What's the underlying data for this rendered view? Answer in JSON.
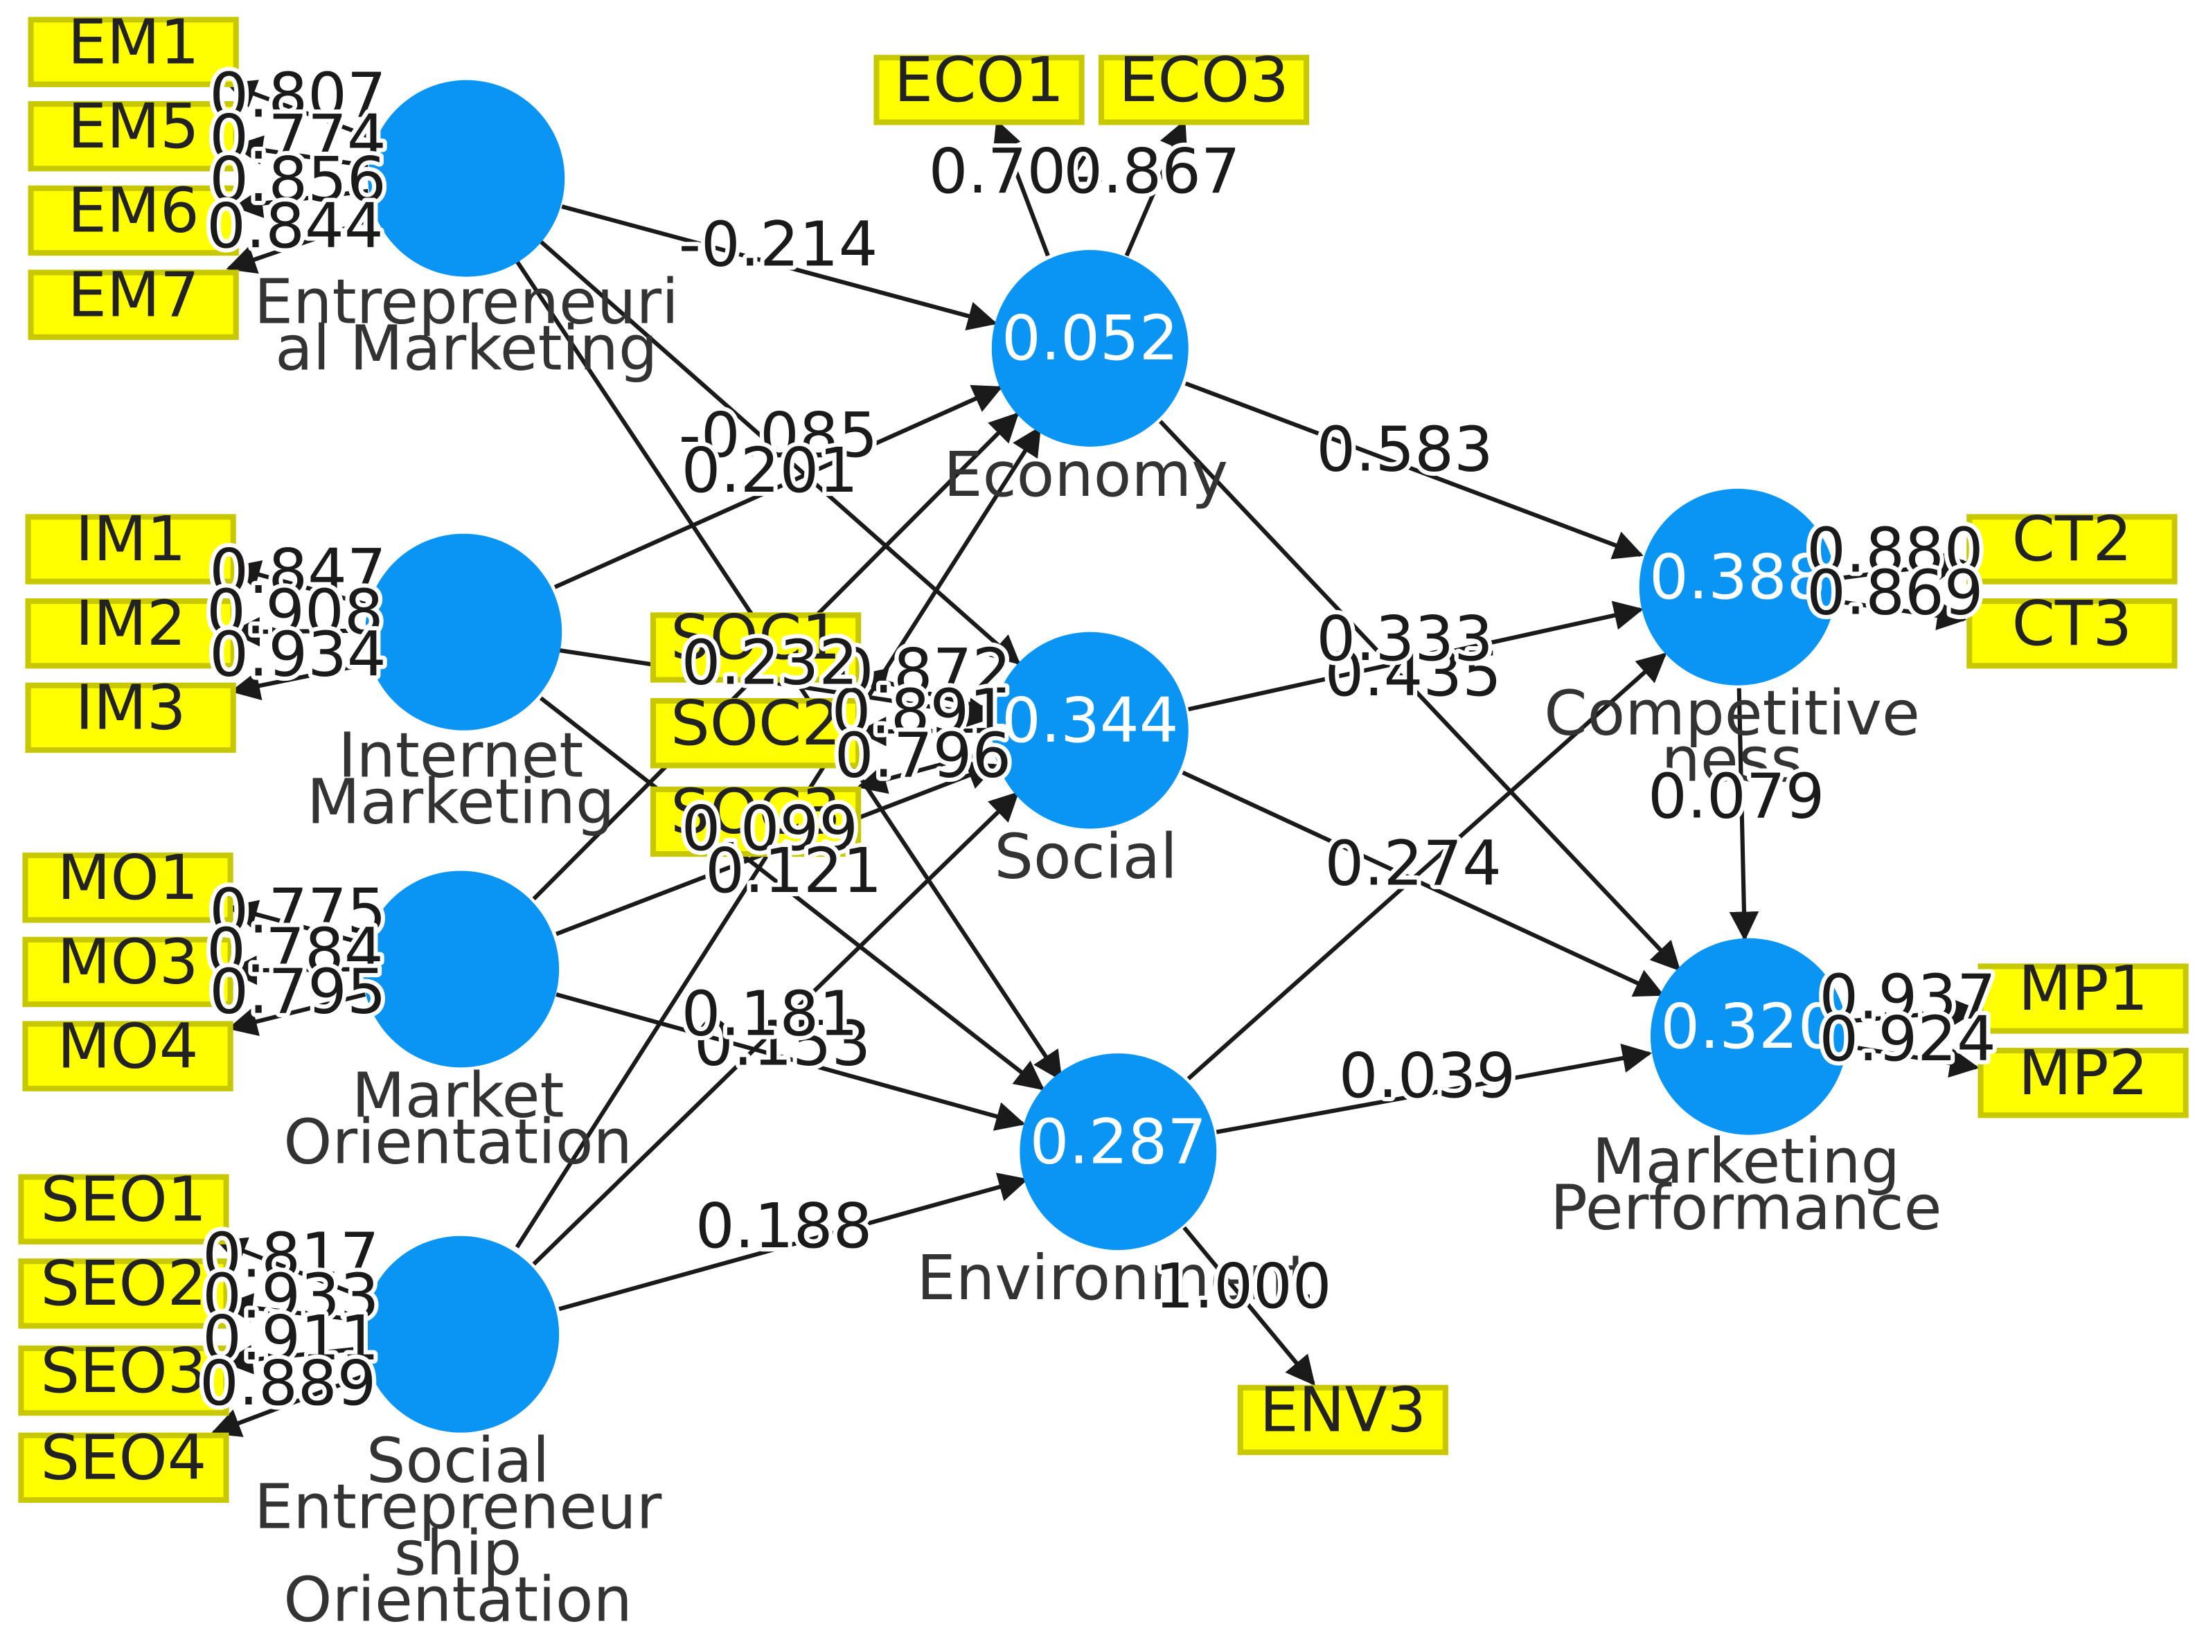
{
  "colors": {
    "node": "#0a95f5",
    "indicator": "#ffff00",
    "line": "#1a1a1a"
  },
  "latents": {
    "em": {
      "label_lines": [
        "Entrepreneuri",
        "al Marketing"
      ],
      "value": ""
    },
    "im": {
      "label_lines": [
        "Internet",
        "Marketing"
      ],
      "value": ""
    },
    "mo": {
      "label_lines": [
        "Market",
        "Orientation"
      ],
      "value": ""
    },
    "seo": {
      "label_lines": [
        "Social",
        "Entrepreneur",
        "ship",
        "Orientation"
      ],
      "value": ""
    },
    "eco": {
      "label_lines": [
        "Economy"
      ],
      "value": "0.052"
    },
    "soc": {
      "label_lines": [
        "Social"
      ],
      "value": "0.344"
    },
    "env": {
      "label_lines": [
        "Environment"
      ],
      "value": "0.287"
    },
    "ct": {
      "label_lines": [
        "Competitive",
        "ness"
      ],
      "value": "0.388"
    },
    "mp": {
      "label_lines": [
        "Marketing",
        "Performance"
      ],
      "value": "0.320"
    }
  },
  "indicators": [
    {
      "id": "EM1",
      "latent": "em",
      "loading": "0.807"
    },
    {
      "id": "EM5",
      "latent": "em",
      "loading": "0.774"
    },
    {
      "id": "EM6",
      "latent": "em",
      "loading": "0.856"
    },
    {
      "id": "EM7",
      "latent": "em",
      "loading": "0.844"
    },
    {
      "id": "IM1",
      "latent": "im",
      "loading": "0.847"
    },
    {
      "id": "IM2",
      "latent": "im",
      "loading": "0.908"
    },
    {
      "id": "IM3",
      "latent": "im",
      "loading": "0.934"
    },
    {
      "id": "MO1",
      "latent": "mo",
      "loading": "0.775"
    },
    {
      "id": "MO3",
      "latent": "mo",
      "loading": "0.784"
    },
    {
      "id": "MO4",
      "latent": "mo",
      "loading": "0.795"
    },
    {
      "id": "SEO1",
      "latent": "seo",
      "loading": "0.817"
    },
    {
      "id": "SEO2",
      "latent": "seo",
      "loading": "0.933"
    },
    {
      "id": "SEO3",
      "latent": "seo",
      "loading": "0.911"
    },
    {
      "id": "SEO4",
      "latent": "seo",
      "loading": "0.889"
    },
    {
      "id": "ECO1",
      "latent": "eco",
      "loading": "0.704"
    },
    {
      "id": "ECO3",
      "latent": "eco",
      "loading": "0.867"
    },
    {
      "id": "SOC1",
      "latent": "soc",
      "loading": "0.872"
    },
    {
      "id": "SOC2",
      "latent": "soc",
      "loading": "0.891"
    },
    {
      "id": "SOC3",
      "latent": "soc",
      "loading": "0.796"
    },
    {
      "id": "ENV3",
      "latent": "env",
      "loading": "1.000"
    },
    {
      "id": "CT2",
      "latent": "ct",
      "loading": "0.880"
    },
    {
      "id": "CT3",
      "latent": "ct",
      "loading": "0.869"
    },
    {
      "id": "MP1",
      "latent": "mp",
      "loading": "0.937"
    },
    {
      "id": "MP2",
      "latent": "mp",
      "loading": "0.924"
    }
  ],
  "paths": [
    {
      "from": "em",
      "to": "eco",
      "coef": "-0.214"
    },
    {
      "from": "em",
      "to": "soc",
      "coef": "-0.085"
    },
    {
      "from": "em",
      "to": "env",
      "coef": ""
    },
    {
      "from": "im",
      "to": "eco",
      "coef": "0.201"
    },
    {
      "from": "im",
      "to": "soc",
      "coef": "0.232"
    },
    {
      "from": "im",
      "to": "env",
      "coef": ""
    },
    {
      "from": "mo",
      "to": "eco",
      "coef": ""
    },
    {
      "from": "mo",
      "to": "soc",
      "coef": "0.099"
    },
    {
      "from": "mo",
      "to": "env",
      "coef": "0.153"
    },
    {
      "from": "seo",
      "to": "eco",
      "coef": "0.121"
    },
    {
      "from": "seo",
      "to": "soc",
      "coef": "0.181"
    },
    {
      "from": "seo",
      "to": "env",
      "coef": "0.188"
    },
    {
      "from": "eco",
      "to": "ct",
      "coef": "0.583"
    },
    {
      "from": "eco",
      "to": "mp",
      "coef": "0.435"
    },
    {
      "from": "soc",
      "to": "ct",
      "coef": "0.333"
    },
    {
      "from": "soc",
      "to": "mp",
      "coef": "0.274"
    },
    {
      "from": "env",
      "to": "ct",
      "coef": ""
    },
    {
      "from": "env",
      "to": "mp",
      "coef": "0.039"
    },
    {
      "from": "ct",
      "to": "mp",
      "coef": "0.079"
    }
  ]
}
